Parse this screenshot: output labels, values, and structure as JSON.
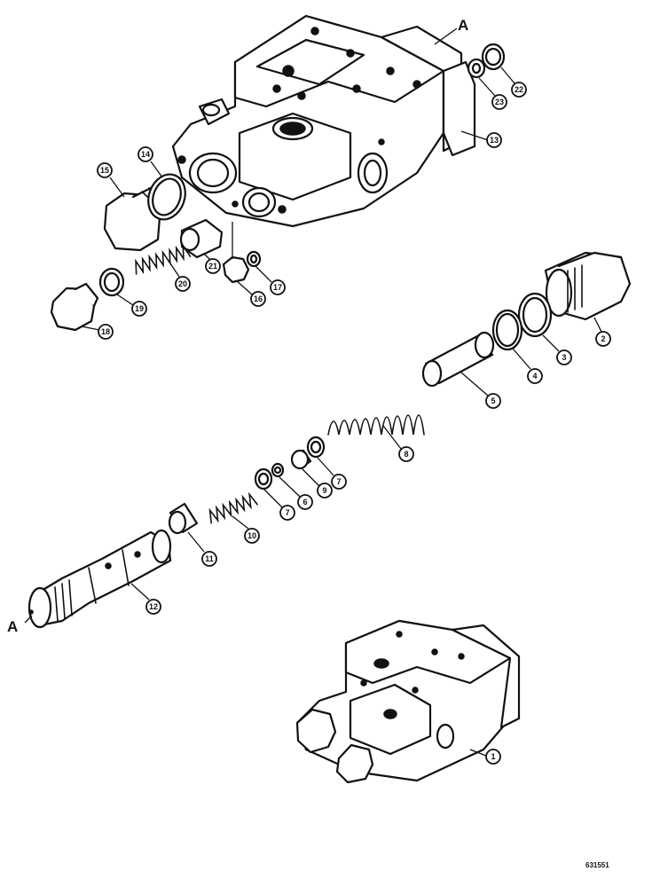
{
  "reference_label": "A",
  "drawing_number": "631551",
  "callouts": {
    "c1": "1",
    "c2": "2",
    "c3": "3",
    "c4": "4",
    "c5": "5",
    "c6": "6",
    "c7a": "7",
    "c7b": "7",
    "c8": "8",
    "c9": "9",
    "c10": "10",
    "c11": "11",
    "c12": "12",
    "c13": "13",
    "c14": "14",
    "c15": "15",
    "c16": "16",
    "c17": "17",
    "c18": "18",
    "c19": "19",
    "c20": "20",
    "c21": "21",
    "c22": "22",
    "c23": "23"
  },
  "colors": {
    "ink": "#111111",
    "paper": "#ffffff"
  }
}
